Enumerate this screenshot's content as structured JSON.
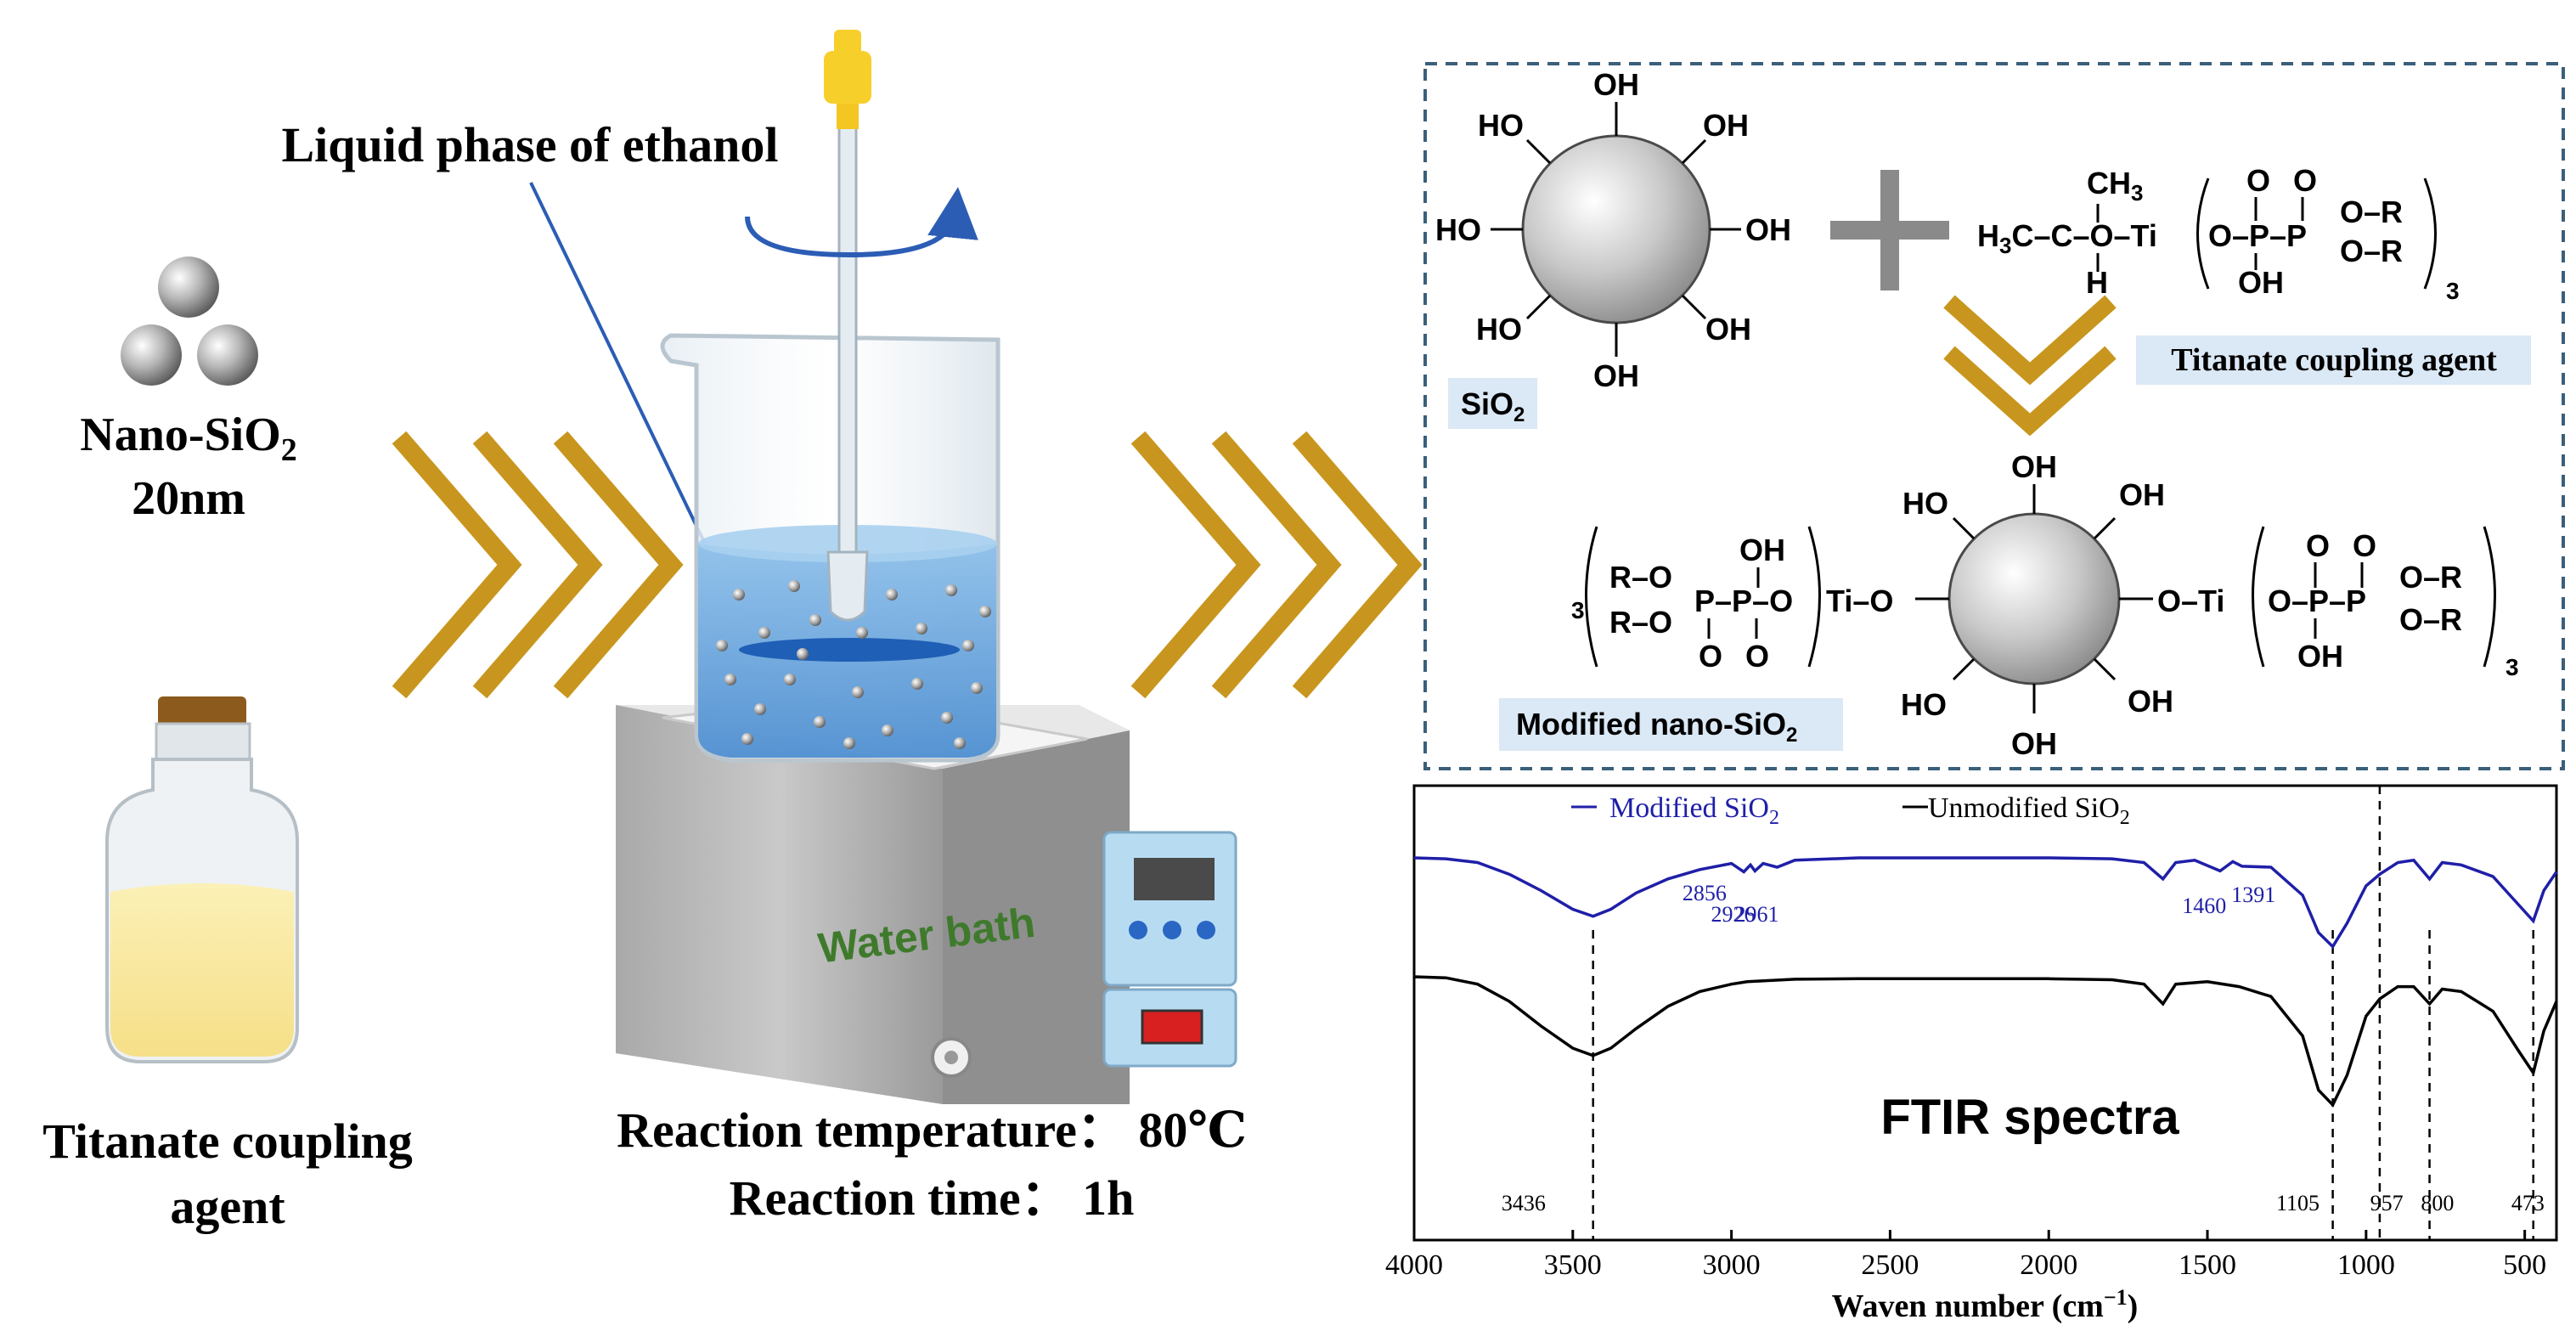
{
  "left_panel": {
    "nano_sio2_label": "Nano-SiO",
    "nano_sio2_sub": "2",
    "nano_sio2_size": "20nm",
    "coupling_agent_line1": "Titanate coupling",
    "coupling_agent_line2": "agent"
  },
  "center_panel": {
    "liquid_phase_label": "Liquid phase of ethanol",
    "water_bath_label": "Water bath",
    "reaction_temperature": "Reaction temperature： 80℃",
    "reaction_time": "Reaction time： 1h"
  },
  "reaction_scheme": {
    "sio2_label": "SiO",
    "sio2_sub": "2",
    "titanate_label": "Titanate coupling agent",
    "modified_label": "Modified nano-SiO",
    "modified_sub": "2",
    "oh": "OH",
    "ho": "HO"
  },
  "chart_data": {
    "type": "line",
    "title": "FTIR spectra",
    "xlabel": "Waven number (cm",
    "xlabel_sup": "−1",
    "xlabel_close": ")",
    "xlim": [
      4000,
      400
    ],
    "x_ticks": [
      4000,
      3500,
      3000,
      2500,
      2000,
      1500,
      1000,
      500
    ],
    "series": [
      {
        "name": "Modified SiO",
        "name_sub": "2",
        "color": "#1f1fa8",
        "points": [
          [
            4000,
            0.0
          ],
          [
            3900,
            0.02
          ],
          [
            3800,
            0.1
          ],
          [
            3700,
            0.35
          ],
          [
            3600,
            0.7
          ],
          [
            3500,
            1.1
          ],
          [
            3436,
            1.25
          ],
          [
            3380,
            1.1
          ],
          [
            3300,
            0.75
          ],
          [
            3200,
            0.45
          ],
          [
            3100,
            0.25
          ],
          [
            3000,
            0.12
          ],
          [
            2961,
            0.3
          ],
          [
            2940,
            0.15
          ],
          [
            2926,
            0.28
          ],
          [
            2900,
            0.12
          ],
          [
            2856,
            0.2
          ],
          [
            2800,
            0.05
          ],
          [
            2600,
            0.0
          ],
          [
            2400,
            0.0
          ],
          [
            2200,
            0.0
          ],
          [
            2000,
            0.0
          ],
          [
            1800,
            0.02
          ],
          [
            1700,
            0.1
          ],
          [
            1640,
            0.45
          ],
          [
            1600,
            0.1
          ],
          [
            1540,
            0.05
          ],
          [
            1460,
            0.28
          ],
          [
            1420,
            0.08
          ],
          [
            1391,
            0.18
          ],
          [
            1300,
            0.2
          ],
          [
            1200,
            0.8
          ],
          [
            1150,
            1.6
          ],
          [
            1105,
            1.9
          ],
          [
            1060,
            1.4
          ],
          [
            1000,
            0.6
          ],
          [
            957,
            0.35
          ],
          [
            900,
            0.1
          ],
          [
            850,
            0.05
          ],
          [
            800,
            0.45
          ],
          [
            760,
            0.1
          ],
          [
            700,
            0.15
          ],
          [
            600,
            0.4
          ],
          [
            520,
            1.0
          ],
          [
            473,
            1.35
          ],
          [
            440,
            0.7
          ],
          [
            400,
            0.3
          ]
        ]
      },
      {
        "name": "Unmodified SiO",
        "name_sub": "2",
        "color": "#000000",
        "points": [
          [
            4000,
            0.0
          ],
          [
            3900,
            0.02
          ],
          [
            3800,
            0.15
          ],
          [
            3700,
            0.5
          ],
          [
            3600,
            1.0
          ],
          [
            3500,
            1.45
          ],
          [
            3436,
            1.6
          ],
          [
            3380,
            1.45
          ],
          [
            3300,
            1.05
          ],
          [
            3200,
            0.6
          ],
          [
            3100,
            0.3
          ],
          [
            3000,
            0.15
          ],
          [
            2950,
            0.1
          ],
          [
            2800,
            0.05
          ],
          [
            2600,
            0.04
          ],
          [
            2400,
            0.04
          ],
          [
            2200,
            0.04
          ],
          [
            2000,
            0.04
          ],
          [
            1800,
            0.06
          ],
          [
            1700,
            0.15
          ],
          [
            1640,
            0.55
          ],
          [
            1600,
            0.15
          ],
          [
            1500,
            0.1
          ],
          [
            1400,
            0.2
          ],
          [
            1300,
            0.4
          ],
          [
            1200,
            1.2
          ],
          [
            1150,
            2.3
          ],
          [
            1105,
            2.6
          ],
          [
            1060,
            2.0
          ],
          [
            1000,
            0.8
          ],
          [
            957,
            0.45
          ],
          [
            900,
            0.2
          ],
          [
            850,
            0.2
          ],
          [
            800,
            0.55
          ],
          [
            760,
            0.25
          ],
          [
            700,
            0.3
          ],
          [
            600,
            0.7
          ],
          [
            520,
            1.5
          ],
          [
            473,
            1.95
          ],
          [
            440,
            1.1
          ],
          [
            400,
            0.5
          ]
        ]
      }
    ],
    "peak_labels_modified": [
      "2961",
      "2926",
      "2856",
      "1460",
      "1391"
    ],
    "peak_labels_unmodified": [
      "3436",
      "1105",
      "957",
      "800",
      "473"
    ],
    "dashed_lines": [
      3436,
      1105,
      957,
      800,
      473
    ]
  }
}
